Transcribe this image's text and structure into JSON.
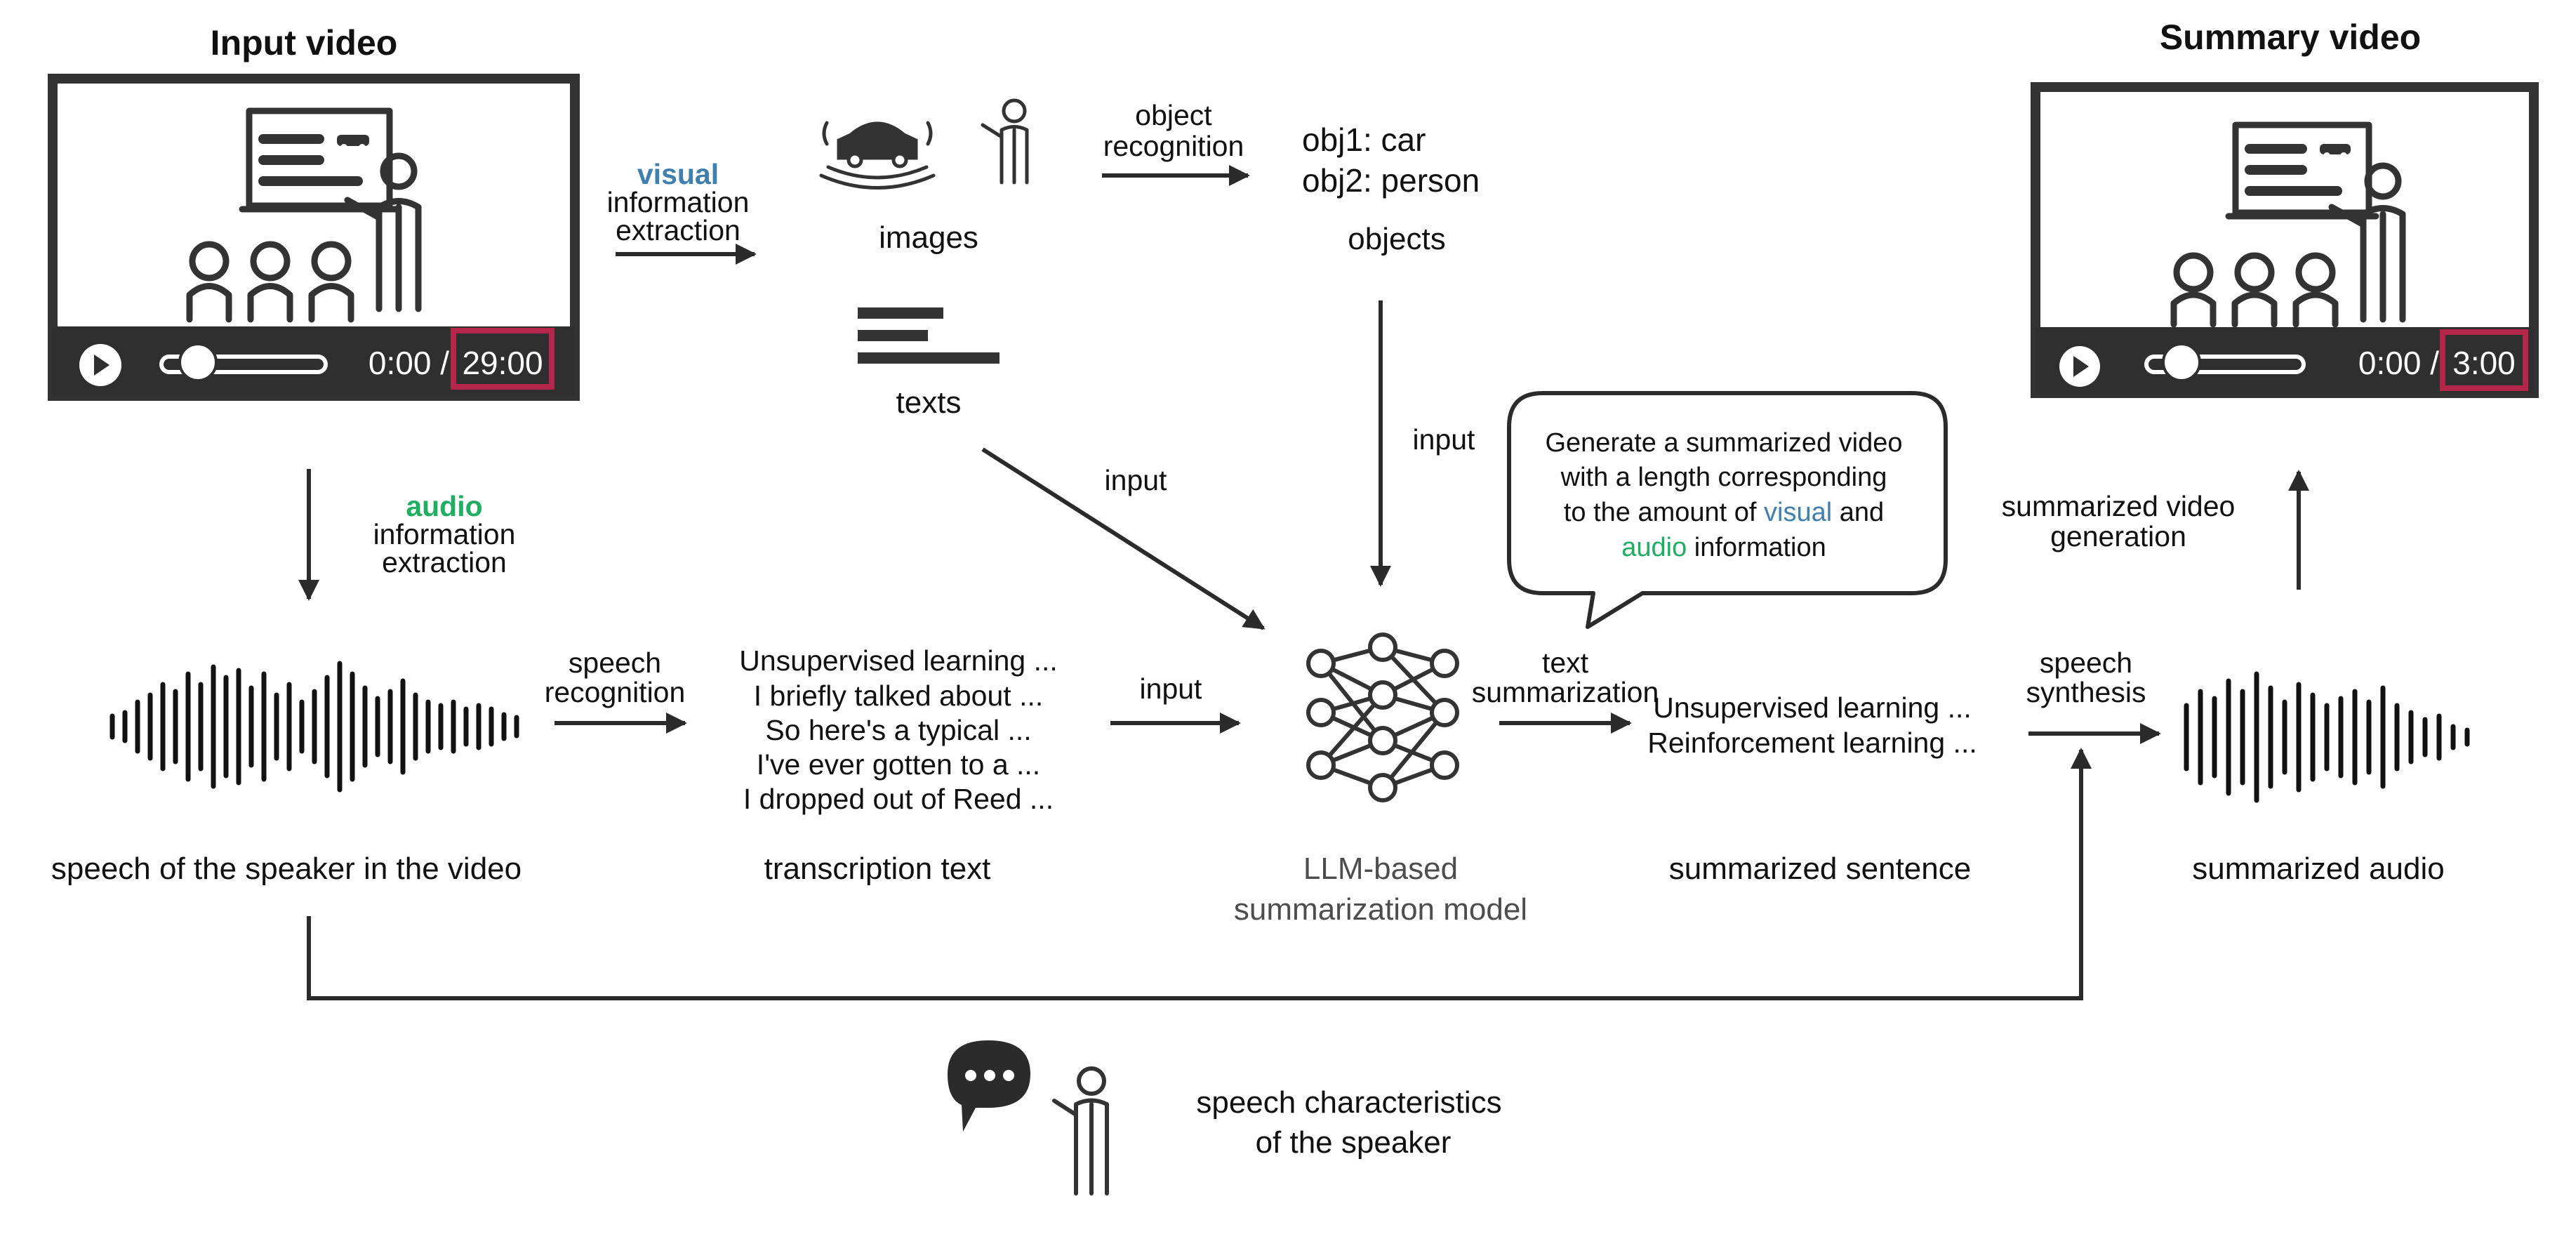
{
  "colors": {
    "visual": "#3f80b0",
    "audio": "#1fae62",
    "highlight": "#b3264a",
    "dark": "#2b2b2b"
  },
  "input_video": {
    "title": "Input video",
    "time_current": "0:00 /",
    "time_total": "29:00"
  },
  "summary_video": {
    "title": "Summary video",
    "time_current": "0:00 /",
    "time_total": "3:00"
  },
  "visual_extraction": {
    "keyword": "visual",
    "line1": "information",
    "line2": "extraction"
  },
  "audio_extraction": {
    "keyword": "audio",
    "line1": "information",
    "line2": "extraction"
  },
  "images_label": "images",
  "texts_label": "texts",
  "object_recognition": {
    "line1": "object",
    "line2": "recognition"
  },
  "objects": {
    "items": [
      "obj1: car",
      "obj2: person"
    ],
    "label": "objects"
  },
  "input_labels": {
    "from_texts": "input",
    "from_objects": "input",
    "from_transcription": "input"
  },
  "prompt_bubble": {
    "line1": "Generate a summarized video",
    "line2": "with a length corresponding",
    "line3_prefix": "to the amount of",
    "line3_visual": "visual",
    "line3_suffix": "and",
    "line4_audio": "audio",
    "line4_suffix": "information"
  },
  "speech_recognition": {
    "line1": "speech",
    "line2": "recognition"
  },
  "transcription": {
    "lines": [
      "Unsupervised learning ...",
      "I briefly talked about ...",
      "So here's a typical ...",
      "I've ever gotten to a ...",
      "I dropped out of Reed ..."
    ],
    "label": "transcription text"
  },
  "speech_label": "speech of the speaker in the video",
  "llm": {
    "line1": "LLM-based",
    "line2": "summarization model"
  },
  "text_summarization": {
    "line1": "text",
    "line2": "summarization"
  },
  "summarized_sentence": {
    "lines": [
      "Unsupervised learning ...",
      "Reinforcement learning ..."
    ],
    "label": "summarized sentence"
  },
  "speech_synthesis": {
    "line1": "speech",
    "line2": "synthesis"
  },
  "summarized_audio_label": "summarized audio",
  "video_generation": {
    "line1": "summarized video",
    "line2": "generation"
  },
  "speaker_characteristics": {
    "line1": "speech characteristics",
    "line2": "of the speaker"
  }
}
